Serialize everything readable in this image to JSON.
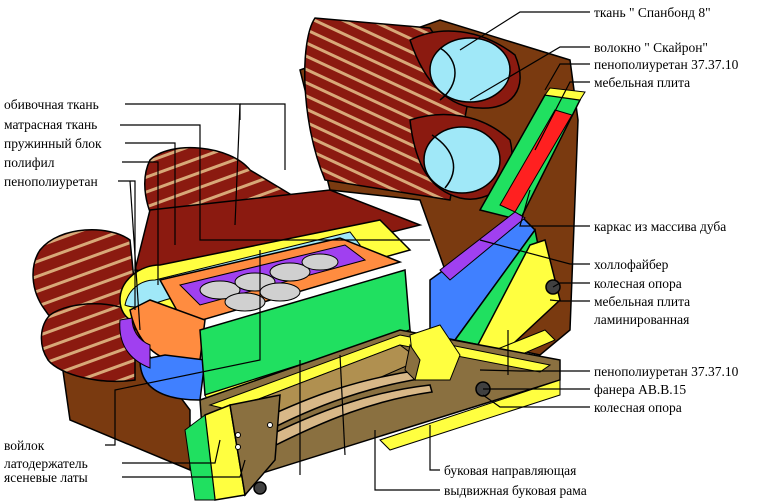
{
  "labels_left": [
    "обивочная ткань",
    "матрасная ткань",
    "пружинный блок",
    "полифил",
    "пенополиуретан",
    "войлок",
    "латодержатель",
    "ясеневые латы"
  ],
  "labels_right": [
    "ткань \" Спанбонд 8\"",
    "волокно \" Скайрон\"",
    "пенополиуретан 37.37.10",
    "мебельная плита",
    "каркас из массива дуба",
    "холлофайбер",
    "колесная опора",
    "мебельная плита",
    "ламинированная",
    "пенополиуретан 37.37.10",
    "фанера АВ.В.15",
    "колесная опора"
  ],
  "labels_bottom": [
    "буковая направляющая",
    "выдвижная буковая рама"
  ],
  "colors": {
    "upholstery": "#8b1a10",
    "stripe": "#d8a878",
    "frame": "#7a3a10",
    "wood": "#8a7040",
    "yellow": "#ffff40",
    "orange": "#ff8c40",
    "green": "#20e060",
    "purple": "#a040f0",
    "blue": "#4080ff",
    "red": "#ff2020",
    "lightblue": "#a0e8f8",
    "white": "#ffffff"
  }
}
